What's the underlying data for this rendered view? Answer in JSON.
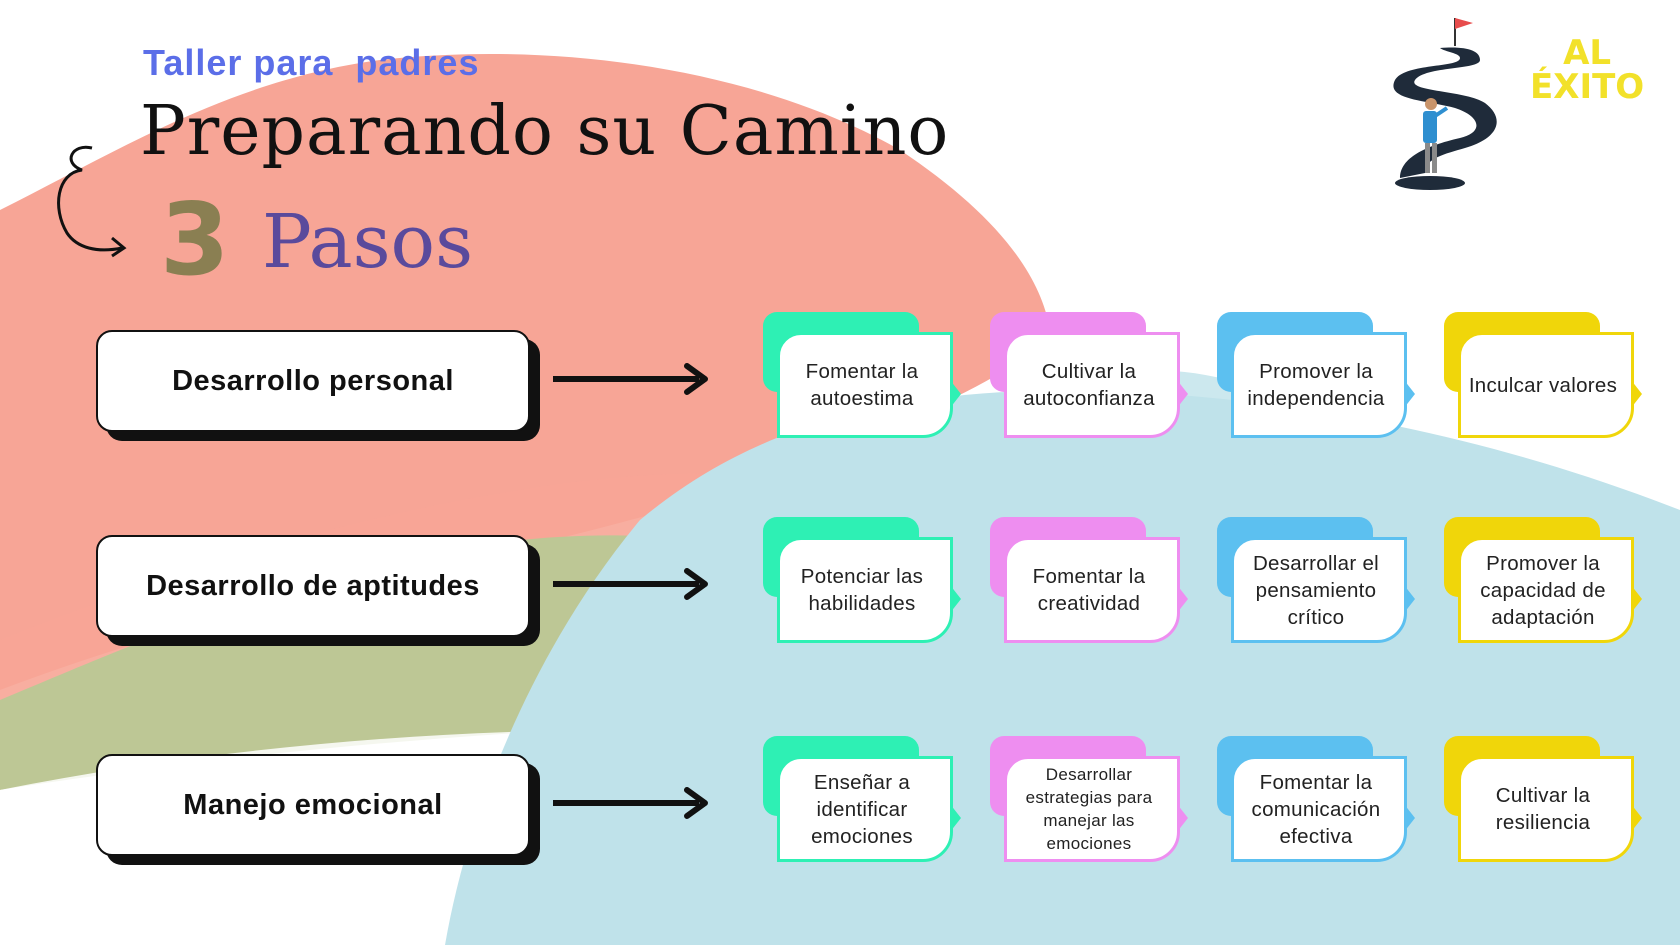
{
  "header": {
    "subtitle": "Taller para  padres",
    "title": "Preparando su Camino",
    "steps_number": "3",
    "steps_word": "Pasos"
  },
  "logo": {
    "line1": "AL",
    "line2": "ÉXITO"
  },
  "colors": {
    "green": "#2ef0b4",
    "pink": "#ee8ef0",
    "blue": "#5cc0f0",
    "yellow": "#f0d60a",
    "coral": "#f7a596",
    "olive": "#bdc795",
    "sky": "#bfe2ea"
  },
  "rows": [
    {
      "label": "Desarrollo personal",
      "cards": [
        {
          "text": "Fomentar la autoestima",
          "color": "#2ef0b4"
        },
        {
          "text": "Cultivar la autoconfianza",
          "color": "#ee8ef0"
        },
        {
          "text": "Promover la independencia",
          "color": "#5cc0f0"
        },
        {
          "text": "Inculcar valores",
          "color": "#f0d60a"
        }
      ]
    },
    {
      "label": "Desarrollo de aptitudes",
      "cards": [
        {
          "text": "Potenciar las habilidades",
          "color": "#2ef0b4"
        },
        {
          "text": "Fomentar la creatividad",
          "color": "#ee8ef0"
        },
        {
          "text": "Desarrollar el pensamiento crítico",
          "color": "#5cc0f0"
        },
        {
          "text": "Promover la capacidad de adaptación",
          "color": "#f0d60a"
        }
      ]
    },
    {
      "label": "Manejo emocional",
      "cards": [
        {
          "text": "Enseñar a identificar emociones",
          "color": "#2ef0b4"
        },
        {
          "text": "Desarrollar estrategias para manejar las emociones",
          "color": "#ee8ef0"
        },
        {
          "text": "Fomentar la comunicación efectiva",
          "color": "#5cc0f0"
        },
        {
          "text": "Cultivar la resiliencia",
          "color": "#f0d60a"
        }
      ]
    }
  ]
}
